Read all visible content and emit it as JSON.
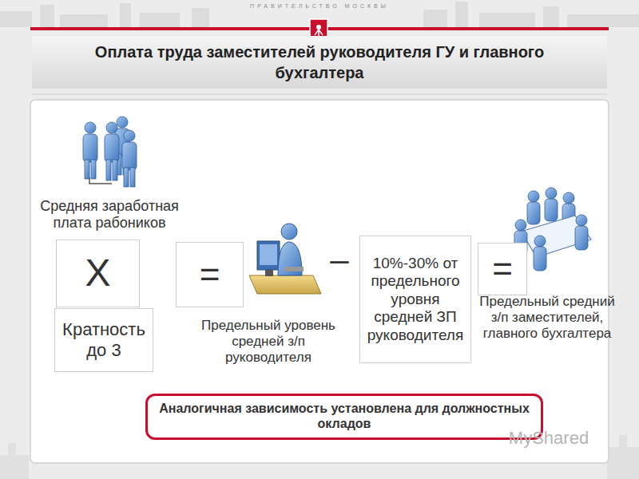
{
  "diagram": {
    "title": "Оплата труда заместителей руководителя ГУ и главного бухгалтера",
    "nodes": [
      {
        "text": [
          "Х"
        ]
      },
      {
        "text": [
          "Кратность до 3"
        ]
      },
      {
        "text": [
          "="
        ]
      },
      {
        "text": [
          "10%-30% от предельного уровня средней ЗП руководителя"
        ]
      },
      {
        "text": [
          "="
        ]
      },
      {
        "text": [
          "Аналогичная зависимость установлена для должностных окладов"
        ]
      }
    ],
    "labels": [
      "ПРАВИТЕЛЬСТВО МОСКВЫ",
      "Средняя заработная плата рабоников",
      "Предельный уровень средней з/п руководителя",
      "–",
      "Предельный средний з/п заместителей, главного бухгалтера",
      "MyShared"
    ]
  }
}
